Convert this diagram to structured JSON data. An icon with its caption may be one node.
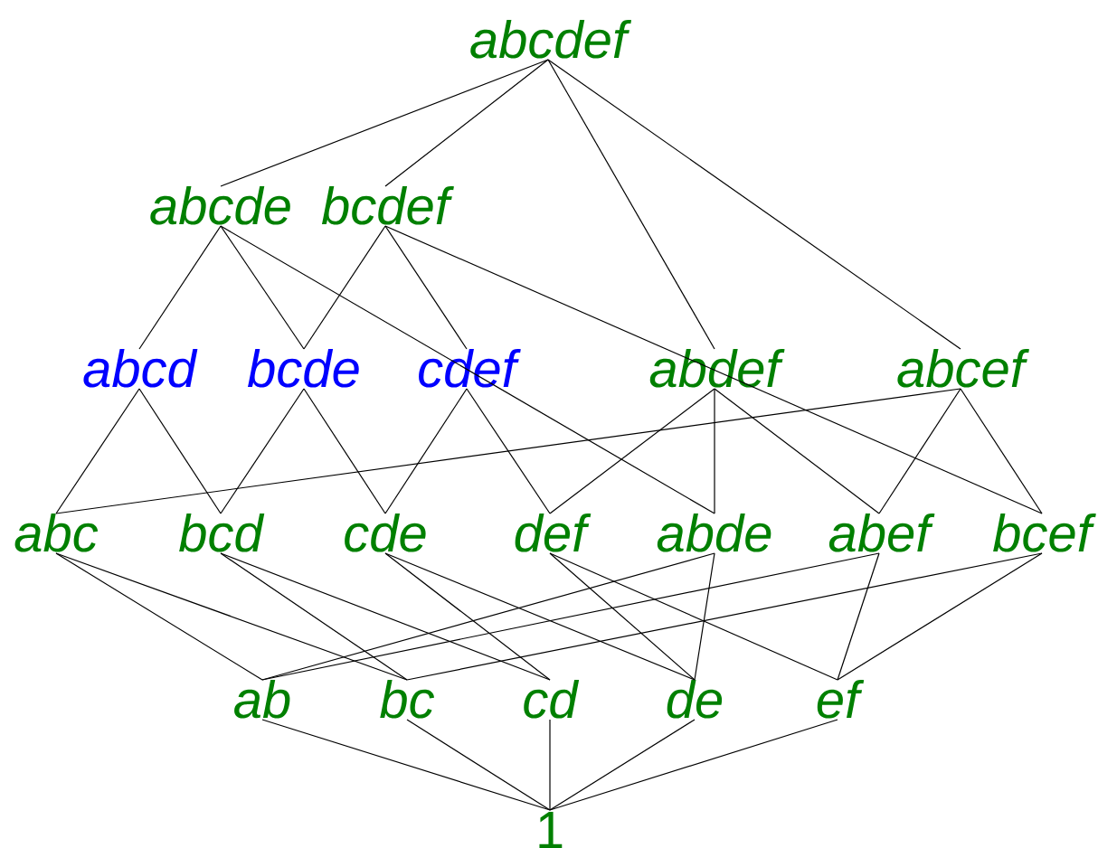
{
  "diagram": {
    "nodes": [
      {
        "text": [
          "abcdef"
        ]
      },
      {
        "text": [
          "abcde"
        ]
      },
      {
        "text": [
          "bcdef"
        ]
      },
      {
        "text": [
          "abcd"
        ]
      },
      {
        "text": [
          "bcde"
        ]
      },
      {
        "text": [
          "cdef"
        ]
      },
      {
        "text": [
          "abdef"
        ]
      },
      {
        "text": [
          "abcef"
        ]
      },
      {
        "text": [
          "abc"
        ]
      },
      {
        "text": [
          "bcd"
        ]
      },
      {
        "text": [
          "cde"
        ]
      },
      {
        "text": [
          "def"
        ]
      },
      {
        "text": [
          "abde"
        ]
      },
      {
        "text": [
          "abef"
        ]
      },
      {
        "text": [
          "bcef"
        ]
      },
      {
        "text": [
          "ab"
        ]
      },
      {
        "text": [
          "bc"
        ]
      },
      {
        "text": [
          "cd"
        ]
      },
      {
        "text": [
          "de"
        ]
      },
      {
        "text": [
          "ef"
        ]
      },
      {
        "text": [
          "1"
        ]
      }
    ],
    "edges": [
      {
        "from": 0,
        "to": 1,
        "arrow": "none"
      },
      {
        "from": 0,
        "to": 2,
        "arrow": "none"
      },
      {
        "from": 0,
        "to": 6,
        "arrow": "none"
      },
      {
        "from": 0,
        "to": 7,
        "arrow": "none"
      },
      {
        "from": 1,
        "to": 3,
        "arrow": "none"
      },
      {
        "from": 1,
        "to": 4,
        "arrow": "none"
      },
      {
        "from": 1,
        "to": 12,
        "arrow": "none"
      },
      {
        "from": 2,
        "to": 4,
        "arrow": "none"
      },
      {
        "from": 2,
        "to": 5,
        "arrow": "none"
      },
      {
        "from": 2,
        "to": 14,
        "arrow": "none"
      },
      {
        "from": 3,
        "to": 8,
        "arrow": "none"
      },
      {
        "from": 3,
        "to": 9,
        "arrow": "none"
      },
      {
        "from": 4,
        "to": 9,
        "arrow": "none"
      },
      {
        "from": 4,
        "to": 10,
        "arrow": "none"
      },
      {
        "from": 5,
        "to": 10,
        "arrow": "none"
      },
      {
        "from": 5,
        "to": 11,
        "arrow": "none"
      },
      {
        "from": 6,
        "to": 11,
        "arrow": "none"
      },
      {
        "from": 6,
        "to": 12,
        "arrow": "none"
      },
      {
        "from": 6,
        "to": 13,
        "arrow": "none"
      },
      {
        "from": 7,
        "to": 8,
        "arrow": "none"
      },
      {
        "from": 7,
        "to": 13,
        "arrow": "none"
      },
      {
        "from": 7,
        "to": 14,
        "arrow": "none"
      },
      {
        "from": 8,
        "to": 15,
        "arrow": "none"
      },
      {
        "from": 8,
        "to": 16,
        "arrow": "none"
      },
      {
        "from": 9,
        "to": 16,
        "arrow": "none"
      },
      {
        "from": 9,
        "to": 17,
        "arrow": "none"
      },
      {
        "from": 10,
        "to": 17,
        "arrow": "none"
      },
      {
        "from": 10,
        "to": 18,
        "arrow": "none"
      },
      {
        "from": 11,
        "to": 18,
        "arrow": "none"
      },
      {
        "from": 11,
        "to": 19,
        "arrow": "none"
      },
      {
        "from": 12,
        "to": 15,
        "arrow": "none"
      },
      {
        "from": 12,
        "to": 18,
        "arrow": "none"
      },
      {
        "from": 13,
        "to": 15,
        "arrow": "none"
      },
      {
        "from": 13,
        "to": 19,
        "arrow": "none"
      },
      {
        "from": 14,
        "to": 16,
        "arrow": "none"
      },
      {
        "from": 14,
        "to": 19,
        "arrow": "none"
      },
      {
        "from": 15,
        "to": 20,
        "arrow": "none"
      },
      {
        "from": 16,
        "to": 20,
        "arrow": "none"
      },
      {
        "from": 17,
        "to": 20,
        "arrow": "none"
      },
      {
        "from": 18,
        "to": 20,
        "arrow": "none"
      },
      {
        "from": 19,
        "to": 20,
        "arrow": "none"
      }
    ]
  }
}
